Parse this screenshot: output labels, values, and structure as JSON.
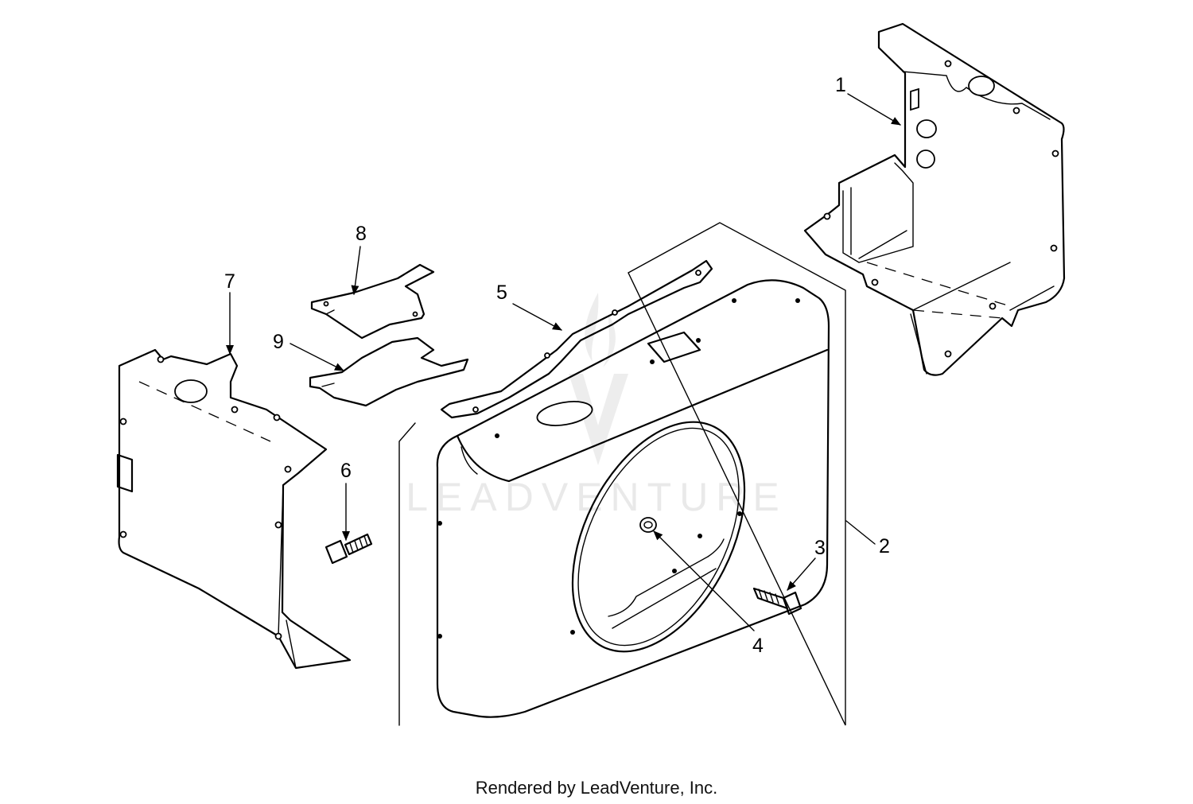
{
  "callouts": {
    "c1": "1",
    "c2": "2",
    "c3": "3",
    "c4": "4",
    "c5": "5",
    "c6": "6",
    "c7": "7",
    "c8": "8",
    "c9": "9"
  },
  "watermark": {
    "text": "LEADVENTURE",
    "icon": "flame-v-logo-icon"
  },
  "footer": {
    "credit": "Rendered by LeadVenture, Inc."
  }
}
